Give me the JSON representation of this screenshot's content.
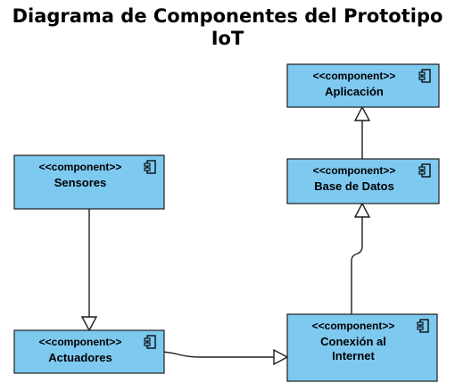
{
  "title_line1": "Diagrama de Componentes del Prototipo",
  "title_line2": "IoT",
  "colors": {
    "box_fill": "#7ec9f0",
    "box_stroke": "#1e1e1e",
    "line": "#1e1e1e",
    "background": "#ffffff"
  },
  "components": [
    {
      "id": "aplicacion",
      "stereotype": "<<component>>",
      "name_lines": [
        "Aplicación"
      ]
    },
    {
      "id": "base-datos",
      "stereotype": "<<component>>",
      "name_lines": [
        "Base de Datos"
      ]
    },
    {
      "id": "sensores",
      "stereotype": "<<component>>",
      "name_lines": [
        "Sensores"
      ]
    },
    {
      "id": "actuadores",
      "stereotype": "<<component>>",
      "name_lines": [
        "Actuadores"
      ]
    },
    {
      "id": "conexion",
      "stereotype": "<<component>>",
      "name_lines": [
        "Conexión al",
        "Internet"
      ]
    }
  ],
  "connectors": [
    {
      "from": "sensores",
      "to": "actuadores",
      "arrowhead": "hollow-triangle"
    },
    {
      "from": "actuadores",
      "to": "conexion",
      "arrowhead": "hollow-triangle"
    },
    {
      "from": "conexion",
      "to": "base-datos",
      "arrowhead": "hollow-triangle"
    },
    {
      "from": "base-datos",
      "to": "aplicacion",
      "arrowhead": "hollow-triangle"
    }
  ]
}
